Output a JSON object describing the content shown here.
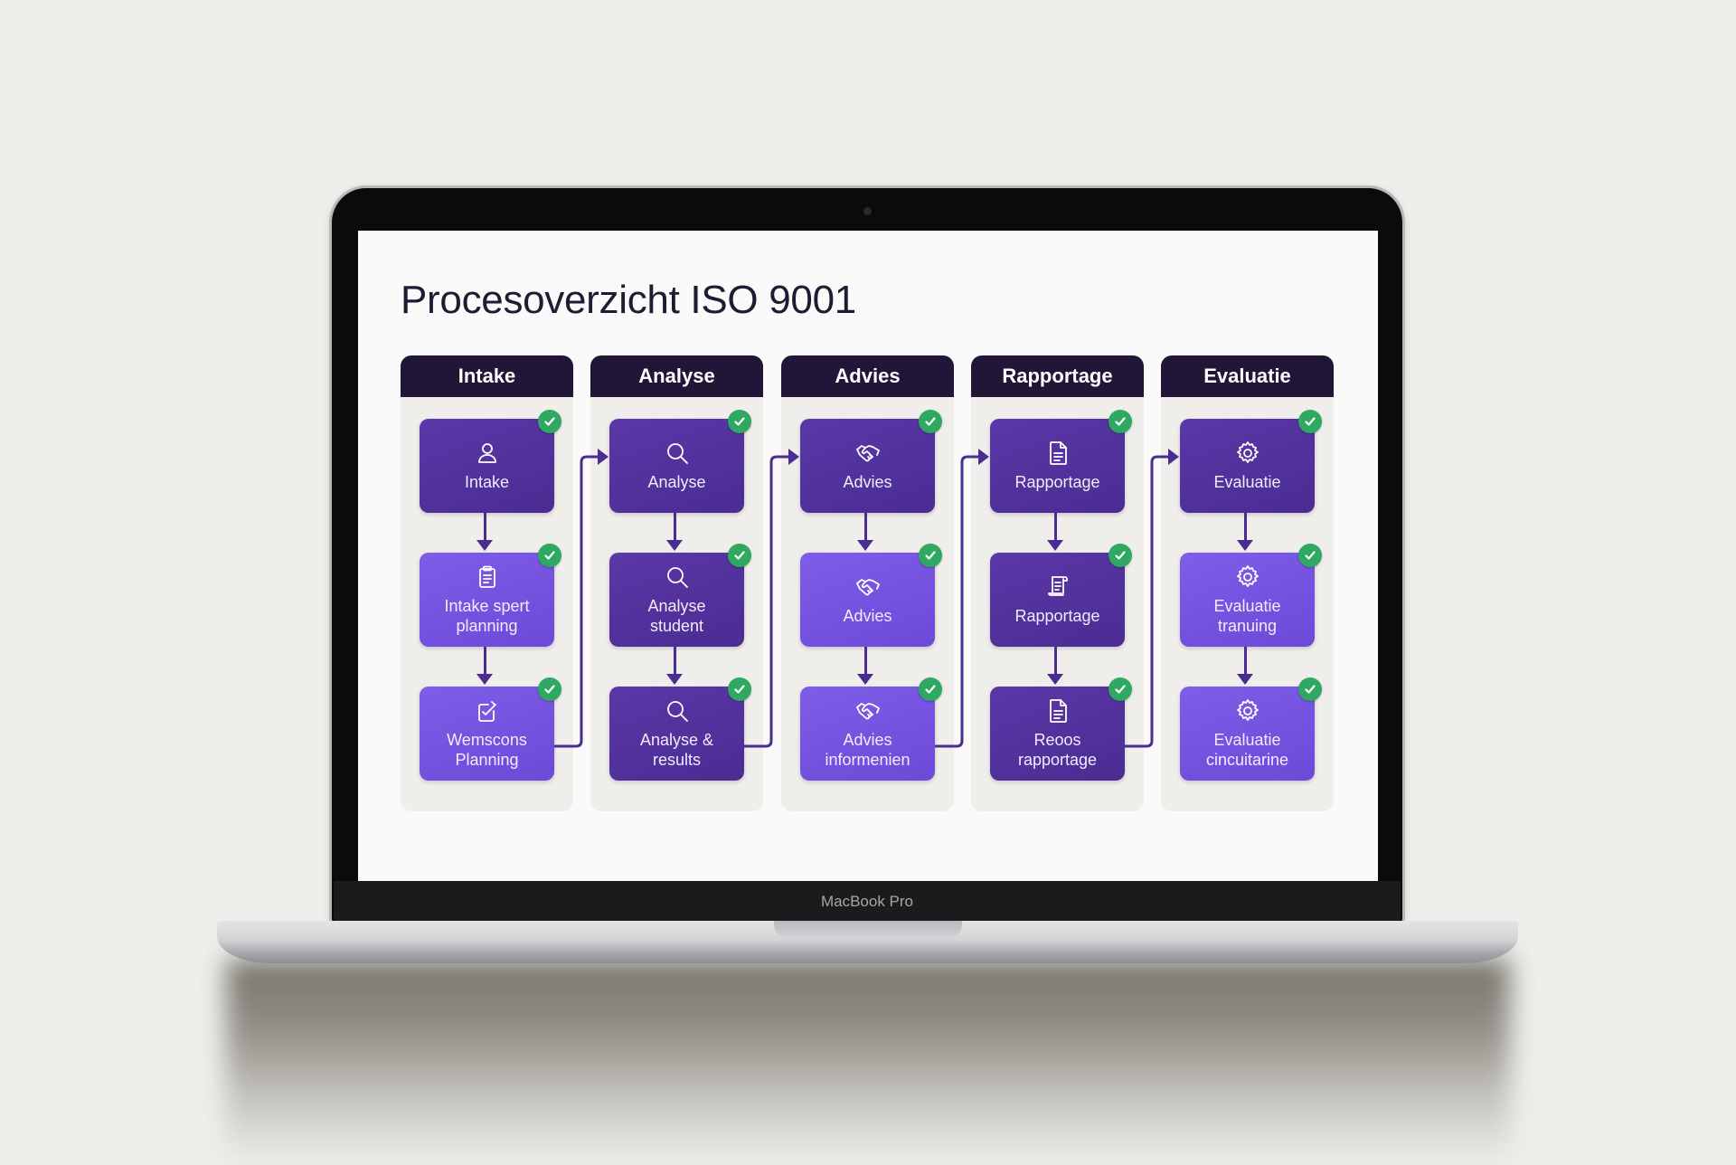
{
  "device": {
    "label": "MacBook Pro"
  },
  "slide": {
    "title": "Procesoverzicht ISO 9001",
    "colors": {
      "header": "#221638",
      "card_dark": "#4b2c92",
      "card_light": "#6c4ad8",
      "check_badge": "#2fa862",
      "connector": "#4b2c92"
    },
    "columns": [
      {
        "header": "Intake",
        "cards": [
          {
            "label": "Intake",
            "icon": "user-icon",
            "tone": "dark",
            "status": "complete"
          },
          {
            "label": "Intake spert\nplanning",
            "icon": "clipboard-icon",
            "tone": "light",
            "status": "complete"
          },
          {
            "label": "Wemscons\nPlanning",
            "icon": "checklist-edit-icon",
            "tone": "light",
            "status": "complete"
          }
        ]
      },
      {
        "header": "Analyse",
        "cards": [
          {
            "label": "Analyse",
            "icon": "search-icon",
            "tone": "dark",
            "status": "complete"
          },
          {
            "label": "Analyse\nstudent",
            "icon": "search-icon",
            "tone": "dark",
            "status": "complete"
          },
          {
            "label": "Analyse &\nresults",
            "icon": "search-icon",
            "tone": "dark",
            "status": "complete"
          }
        ]
      },
      {
        "header": "Advies",
        "cards": [
          {
            "label": "Advies",
            "icon": "handshake-icon",
            "tone": "dark",
            "status": "complete"
          },
          {
            "label": "Advies",
            "icon": "handshake-icon",
            "tone": "light",
            "status": "complete"
          },
          {
            "label": "Advies\ninformenien",
            "icon": "handshake-icon",
            "tone": "light",
            "status": "complete"
          }
        ]
      },
      {
        "header": "Rapportage",
        "cards": [
          {
            "label": "Rapportage",
            "icon": "document-icon",
            "tone": "dark",
            "status": "complete"
          },
          {
            "label": "Rapportage",
            "icon": "scroll-icon",
            "tone": "dark",
            "status": "complete"
          },
          {
            "label": "Reoos\nrapportage",
            "icon": "document-icon",
            "tone": "dark",
            "status": "complete"
          }
        ]
      },
      {
        "header": "Evaluatie",
        "cards": [
          {
            "label": "Evaluatie",
            "icon": "gear-icon",
            "tone": "dark",
            "status": "complete"
          },
          {
            "label": "Evaluatie\ntranuing",
            "icon": "gear-icon",
            "tone": "light",
            "status": "complete"
          },
          {
            "label": "Evaluatie\ncincuitarine",
            "icon": "gear-icon",
            "tone": "light",
            "status": "complete"
          }
        ]
      }
    ]
  }
}
